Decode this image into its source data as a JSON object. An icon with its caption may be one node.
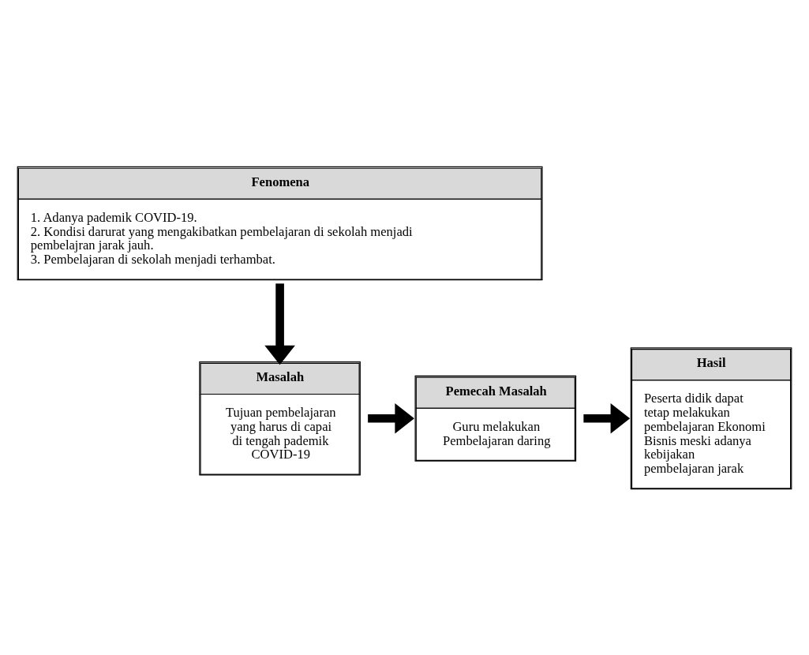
{
  "diagram": {
    "nodes": [
      {
        "text": [
          "Fenomena",
          "1. Adanya pademik COVID-19.",
          "2. Kondisi darurat yang mengakibatkan pembelajaran di sekolah menjadi pembelajran jarak jauh.",
          "3. Pembelajaran di sekolah menjadi terhambat."
        ]
      },
      {
        "text": [
          "Masalah",
          "Tujuan pembelajaran yang harus di capai di tengah pademik COVID-19"
        ]
      },
      {
        "text": [
          "Pemecah Masalah",
          "Guru melakukan Pembelajaran daring"
        ]
      },
      {
        "text": [
          "Hasil",
          "Peserta didik dapat tetap melakukan pembelajaran Ekonomi Bisnis meski adanya kebijakan pembelajaran jarak"
        ]
      }
    ],
    "edges": [
      {
        "from": 0,
        "to": 1,
        "arrow": "to"
      },
      {
        "from": 1,
        "to": 2,
        "arrow": "to"
      },
      {
        "from": 2,
        "to": 3,
        "arrow": "to"
      }
    ]
  }
}
